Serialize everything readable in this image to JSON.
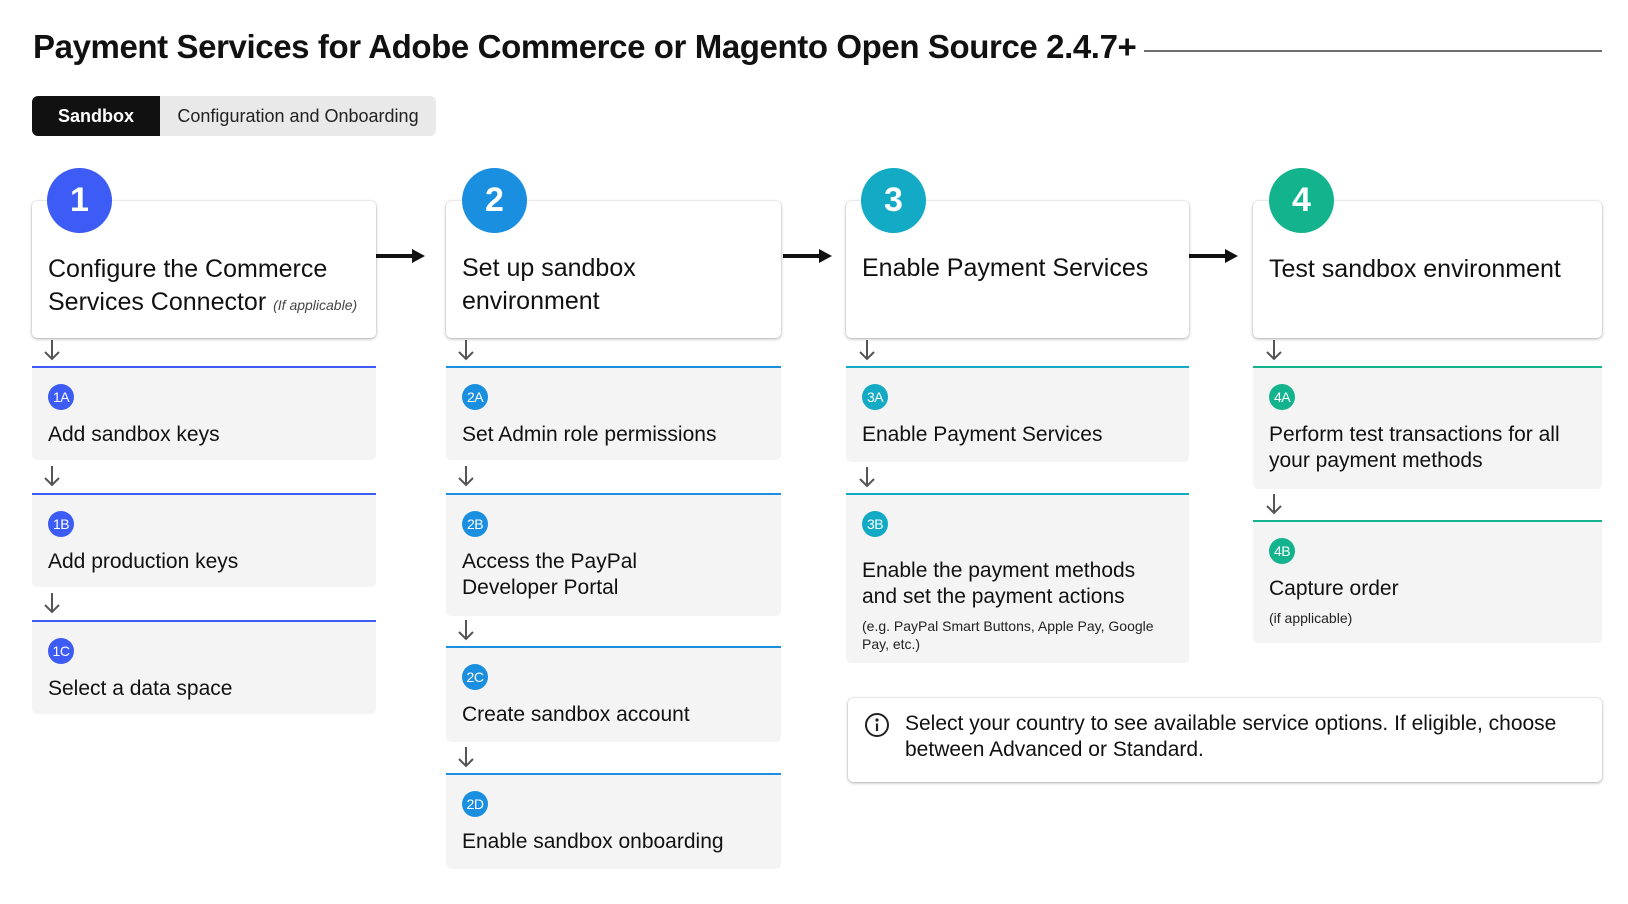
{
  "title": "Payment Services for Adobe Commerce or Magento Open Source 2.4.7+",
  "tabs": {
    "active": "Sandbox",
    "secondary": "Configuration and Onboarding"
  },
  "colors": {
    "step1": "#3d5bf5",
    "step2": "#1a8fe0",
    "step3": "#12aac4",
    "step4": "#13b38d"
  },
  "steps": [
    {
      "number": "1",
      "title": "Configure the Commerce Services Connector",
      "title_line1": "Configure the Commerce",
      "title_line2": "Services Connector",
      "note": "(If applicable)",
      "substeps": [
        {
          "id": "1A",
          "text": "Add sandbox keys"
        },
        {
          "id": "1B",
          "text": "Add production keys"
        },
        {
          "id": "1C",
          "text": "Select a data space"
        }
      ]
    },
    {
      "number": "2",
      "title_line1": "Set up sandbox",
      "title_line2": "environment",
      "substeps": [
        {
          "id": "2A",
          "text": "Set Admin role permissions"
        },
        {
          "id": "2B",
          "text": "Access the PayPal Developer Portal"
        },
        {
          "id": "2C",
          "text": "Create sandbox account"
        },
        {
          "id": "2D",
          "text": "Enable sandbox onboarding"
        }
      ]
    },
    {
      "number": "3",
      "title_line1": "Enable Payment Services",
      "substeps": [
        {
          "id": "3A",
          "text": "Enable Payment Services"
        },
        {
          "id": "3B",
          "text": "Enable the payment methods and set the payment actions",
          "note": "(e.g. PayPal Smart Buttons, Apple Pay, Google Pay, etc.)"
        }
      ]
    },
    {
      "number": "4",
      "title_line1": "Test sandbox environment",
      "substeps": [
        {
          "id": "4A",
          "text": "Perform test transactions for all your payment methods"
        },
        {
          "id": "4B",
          "text": "Capture order",
          "note": "(if applicable)"
        }
      ]
    }
  ],
  "info": {
    "icon": "info-icon",
    "text": "Select your country to see available service options. If eligible, choose between Advanced or Standard."
  }
}
